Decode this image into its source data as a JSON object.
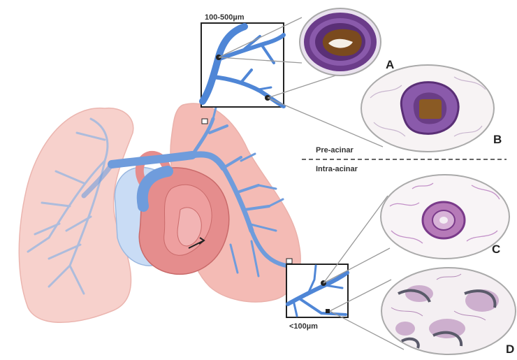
{
  "scale_labels": {
    "upper": "100-500µm",
    "lower": "<100µm"
  },
  "regions": {
    "pre": "Pre-acinar",
    "intra": "Intra-acinar"
  },
  "panels": {
    "a": "A",
    "b": "B",
    "c": "C",
    "d": "D"
  },
  "colors": {
    "lung": "#f6c9c4",
    "vessel": "#6f9cdc",
    "heart_right": "#c9dcf5",
    "heart_left": "#e07b7b",
    "stain_purple": "#7a3a8a",
    "stain_brown": "#7a4a1e"
  }
}
